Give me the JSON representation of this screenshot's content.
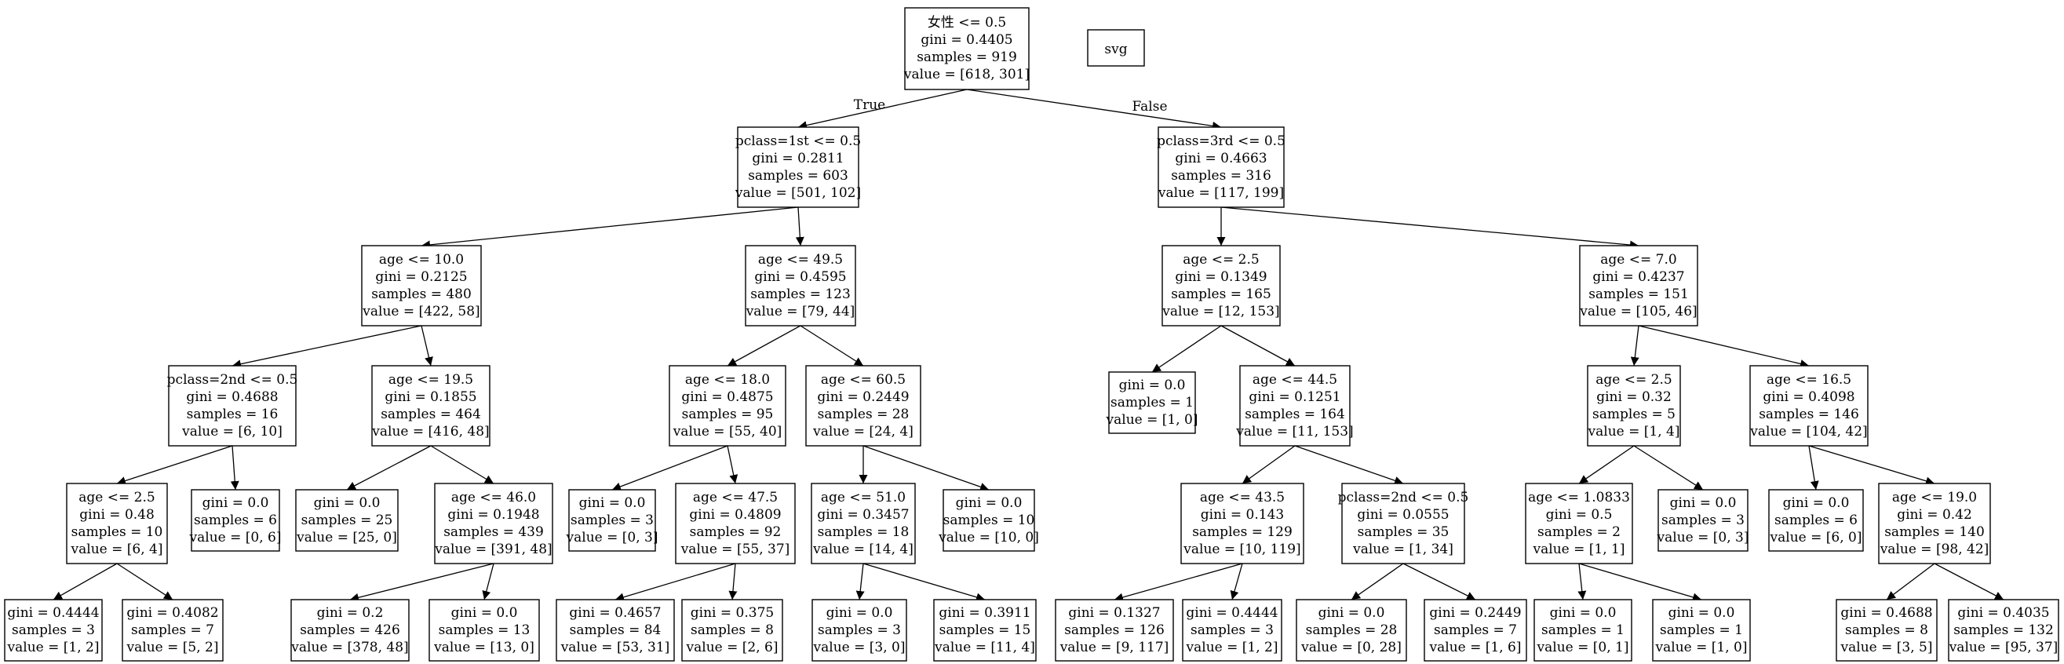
{
  "svg_button_label": "svg",
  "edge_labels": {
    "true_label": "True",
    "false_label": "False"
  },
  "nodes": [
    {
      "id": "n0",
      "lines": [
        "女性 <= 0.5",
        "gini = 0.4405",
        "samples = 919",
        "value = [618, 301]"
      ]
    },
    {
      "id": "n1",
      "lines": [
        "pclass=1st <= 0.5",
        "gini = 0.2811",
        "samples = 603",
        "value = [501, 102]"
      ]
    },
    {
      "id": "n2",
      "lines": [
        "pclass=3rd <= 0.5",
        "gini = 0.4663",
        "samples = 316",
        "value = [117, 199]"
      ]
    },
    {
      "id": "n3",
      "lines": [
        "age <= 10.0",
        "gini = 0.2125",
        "samples = 480",
        "value = [422, 58]"
      ]
    },
    {
      "id": "n4",
      "lines": [
        "age <= 49.5",
        "gini = 0.4595",
        "samples = 123",
        "value = [79, 44]"
      ]
    },
    {
      "id": "n5",
      "lines": [
        "age <= 2.5",
        "gini = 0.1349",
        "samples = 165",
        "value = [12, 153]"
      ]
    },
    {
      "id": "n6",
      "lines": [
        "age <= 7.0",
        "gini = 0.4237",
        "samples = 151",
        "value = [105, 46]"
      ]
    },
    {
      "id": "n7",
      "lines": [
        "pclass=2nd <= 0.5",
        "gini = 0.4688",
        "samples = 16",
        "value = [6, 10]"
      ]
    },
    {
      "id": "n8",
      "lines": [
        "age <= 19.5",
        "gini = 0.1855",
        "samples = 464",
        "value = [416, 48]"
      ]
    },
    {
      "id": "n9",
      "lines": [
        "age <= 18.0",
        "gini = 0.4875",
        "samples = 95",
        "value = [55, 40]"
      ]
    },
    {
      "id": "n10",
      "lines": [
        "age <= 60.5",
        "gini = 0.2449",
        "samples = 28",
        "value = [24, 4]"
      ]
    },
    {
      "id": "n11",
      "lines": [
        "gini = 0.0",
        "samples = 1",
        "value = [1, 0]"
      ]
    },
    {
      "id": "n12",
      "lines": [
        "age <= 44.5",
        "gini = 0.1251",
        "samples = 164",
        "value = [11, 153]"
      ]
    },
    {
      "id": "n13",
      "lines": [
        "age <= 2.5",
        "gini = 0.32",
        "samples = 5",
        "value = [1, 4]"
      ]
    },
    {
      "id": "n14",
      "lines": [
        "age <= 16.5",
        "gini = 0.4098",
        "samples = 146",
        "value = [104, 42]"
      ]
    },
    {
      "id": "n15",
      "lines": [
        "age <= 2.5",
        "gini = 0.48",
        "samples = 10",
        "value = [6, 4]"
      ]
    },
    {
      "id": "n16",
      "lines": [
        "gini = 0.0",
        "samples = 6",
        "value = [0, 6]"
      ]
    },
    {
      "id": "n17",
      "lines": [
        "gini = 0.0",
        "samples = 25",
        "value = [25, 0]"
      ]
    },
    {
      "id": "n18",
      "lines": [
        "age <= 46.0",
        "gini = 0.1948",
        "samples = 439",
        "value = [391, 48]"
      ]
    },
    {
      "id": "n19",
      "lines": [
        "gini = 0.0",
        "samples = 3",
        "value = [0, 3]"
      ]
    },
    {
      "id": "n20",
      "lines": [
        "age <= 47.5",
        "gini = 0.4809",
        "samples = 92",
        "value = [55, 37]"
      ]
    },
    {
      "id": "n21",
      "lines": [
        "age <= 51.0",
        "gini = 0.3457",
        "samples = 18",
        "value = [14, 4]"
      ]
    },
    {
      "id": "n22",
      "lines": [
        "gini = 0.0",
        "samples = 10",
        "value = [10, 0]"
      ]
    },
    {
      "id": "n23",
      "lines": [
        "age <= 43.5",
        "gini = 0.143",
        "samples = 129",
        "value = [10, 119]"
      ]
    },
    {
      "id": "n24",
      "lines": [
        "pclass=2nd <= 0.5",
        "gini = 0.0555",
        "samples = 35",
        "value = [1, 34]"
      ]
    },
    {
      "id": "n25",
      "lines": [
        "age <= 1.0833",
        "gini = 0.5",
        "samples = 2",
        "value = [1, 1]"
      ]
    },
    {
      "id": "n26",
      "lines": [
        "gini = 0.0",
        "samples = 3",
        "value = [0, 3]"
      ]
    },
    {
      "id": "n27",
      "lines": [
        "gini = 0.0",
        "samples = 6",
        "value = [6, 0]"
      ]
    },
    {
      "id": "n28",
      "lines": [
        "age <= 19.0",
        "gini = 0.42",
        "samples = 140",
        "value = [98, 42]"
      ]
    },
    {
      "id": "n29",
      "lines": [
        "gini = 0.4444",
        "samples = 3",
        "value = [1, 2]"
      ]
    },
    {
      "id": "n30",
      "lines": [
        "gini = 0.4082",
        "samples = 7",
        "value = [5, 2]"
      ]
    },
    {
      "id": "n31",
      "lines": [
        "gini = 0.2",
        "samples = 426",
        "value = [378, 48]"
      ]
    },
    {
      "id": "n32",
      "lines": [
        "gini = 0.0",
        "samples = 13",
        "value = [13, 0]"
      ]
    },
    {
      "id": "n33",
      "lines": [
        "gini = 0.4657",
        "samples = 84",
        "value = [53, 31]"
      ]
    },
    {
      "id": "n34",
      "lines": [
        "gini = 0.375",
        "samples = 8",
        "value = [2, 6]"
      ]
    },
    {
      "id": "n35",
      "lines": [
        "gini = 0.0",
        "samples = 3",
        "value = [3, 0]"
      ]
    },
    {
      "id": "n36",
      "lines": [
        "gini = 0.3911",
        "samples = 15",
        "value = [11, 4]"
      ]
    },
    {
      "id": "n37",
      "lines": [
        "gini = 0.1327",
        "samples = 126",
        "value = [9, 117]"
      ]
    },
    {
      "id": "n38",
      "lines": [
        "gini = 0.4444",
        "samples = 3",
        "value = [1, 2]"
      ]
    },
    {
      "id": "n39",
      "lines": [
        "gini = 0.0",
        "samples = 28",
        "value = [0, 28]"
      ]
    },
    {
      "id": "n40",
      "lines": [
        "gini = 0.2449",
        "samples = 7",
        "value = [1, 6]"
      ]
    },
    {
      "id": "n41",
      "lines": [
        "gini = 0.0",
        "samples = 1",
        "value = [0, 1]"
      ]
    },
    {
      "id": "n42",
      "lines": [
        "gini = 0.0",
        "samples = 1",
        "value = [1, 0]"
      ]
    },
    {
      "id": "n43",
      "lines": [
        "gini = 0.4688",
        "samples = 8",
        "value = [3, 5]"
      ]
    },
    {
      "id": "n44",
      "lines": [
        "gini = 0.4035",
        "samples = 132",
        "value = [95, 37]"
      ]
    }
  ],
  "edges": [
    [
      "n0",
      "n1"
    ],
    [
      "n0",
      "n2"
    ],
    [
      "n1",
      "n3"
    ],
    [
      "n1",
      "n4"
    ],
    [
      "n2",
      "n5"
    ],
    [
      "n2",
      "n6"
    ],
    [
      "n3",
      "n7"
    ],
    [
      "n3",
      "n8"
    ],
    [
      "n4",
      "n9"
    ],
    [
      "n4",
      "n10"
    ],
    [
      "n5",
      "n11"
    ],
    [
      "n5",
      "n12"
    ],
    [
      "n6",
      "n13"
    ],
    [
      "n6",
      "n14"
    ],
    [
      "n7",
      "n15"
    ],
    [
      "n7",
      "n16"
    ],
    [
      "n8",
      "n17"
    ],
    [
      "n8",
      "n18"
    ],
    [
      "n9",
      "n19"
    ],
    [
      "n9",
      "n20"
    ],
    [
      "n10",
      "n21"
    ],
    [
      "n10",
      "n22"
    ],
    [
      "n12",
      "n23"
    ],
    [
      "n12",
      "n24"
    ],
    [
      "n13",
      "n25"
    ],
    [
      "n13",
      "n26"
    ],
    [
      "n14",
      "n27"
    ],
    [
      "n14",
      "n28"
    ],
    [
      "n15",
      "n29"
    ],
    [
      "n15",
      "n30"
    ],
    [
      "n18",
      "n31"
    ],
    [
      "n18",
      "n32"
    ],
    [
      "n20",
      "n33"
    ],
    [
      "n20",
      "n34"
    ],
    [
      "n21",
      "n35"
    ],
    [
      "n21",
      "n36"
    ],
    [
      "n23",
      "n37"
    ],
    [
      "n23",
      "n38"
    ],
    [
      "n24",
      "n39"
    ],
    [
      "n24",
      "n40"
    ],
    [
      "n25",
      "n41"
    ],
    [
      "n25",
      "n42"
    ],
    [
      "n28",
      "n43"
    ],
    [
      "n28",
      "n44"
    ]
  ]
}
